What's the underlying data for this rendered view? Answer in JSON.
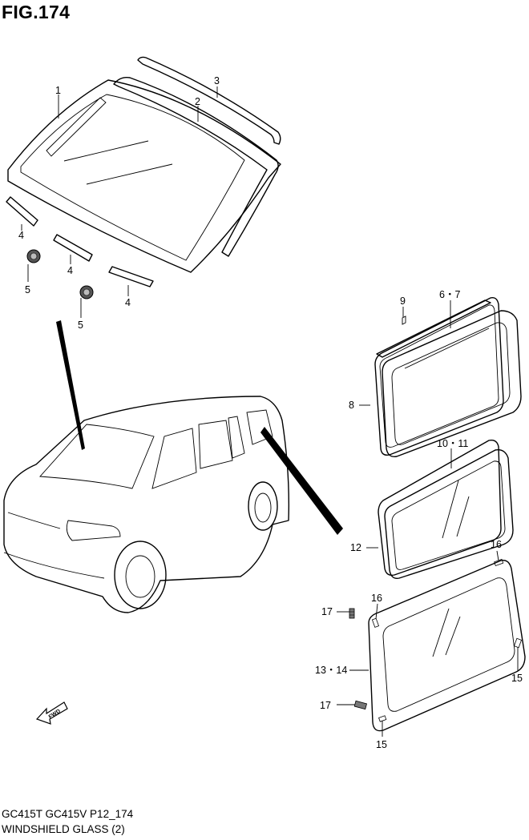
{
  "header": {
    "figure": "FIG.174"
  },
  "footer": {
    "models": "GC415T GC415V P12_174",
    "title": "WINDSHIELD GLASS (2)"
  },
  "callouts": {
    "c1": "1",
    "c2": "2",
    "c3": "3",
    "c4a": "4",
    "c4b": "4",
    "c4c": "4",
    "c5a": "5",
    "c5b": "5",
    "c9": "9",
    "c67": "6・7",
    "c8": "8",
    "c1011": "10・11",
    "c12": "12",
    "c16a": "16",
    "c16b": "16",
    "c17a": "17",
    "c17b": "17",
    "c1314": "13・14",
    "c15a": "15",
    "c15b": "15"
  },
  "fwd": {
    "label": "FWD"
  }
}
